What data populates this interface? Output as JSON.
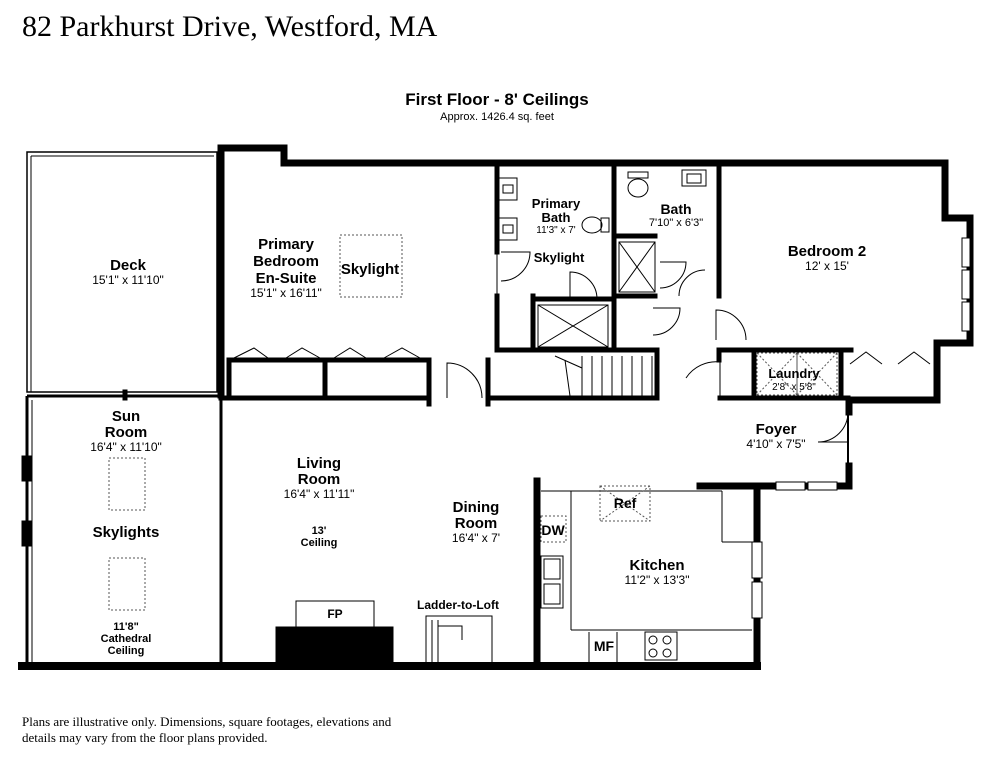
{
  "header": {
    "address": "82 Parkhurst Drive, Westford, MA",
    "floor_title": "First Floor - 8' Ceilings",
    "area": "Approx. 1426.4 sq. feet"
  },
  "rooms": {
    "deck": {
      "name": "Deck",
      "dims": "15'1\" x 11'10\""
    },
    "primary_bedroom": {
      "name_1": "Primary",
      "name_2": "Bedroom",
      "name_3": "En-Suite",
      "dims": "15'1\" x 16'11\"",
      "skylight": "Skylight"
    },
    "primary_bath": {
      "name_1": "Primary",
      "name_2": "Bath",
      "dims": "11'3\" x 7'",
      "skylight": "Skylight"
    },
    "bath": {
      "name": "Bath",
      "dims": "7'10\" x 6'3\""
    },
    "bedroom2": {
      "name": "Bedroom 2",
      "dims": "12' x 15'"
    },
    "laundry": {
      "name": "Laundry",
      "dims": "2'8\" x 5'8\""
    },
    "foyer": {
      "name": "Foyer",
      "dims": "4'10\" x 7'5\""
    },
    "sun_room": {
      "name_1": "Sun",
      "name_2": "Room",
      "dims": "16'4\" x 11'10\"",
      "skylights": "Skylights",
      "ceiling_1": "11'8\"",
      "ceiling_2": "Cathedral",
      "ceiling_3": "Ceiling"
    },
    "living_room": {
      "name_1": "Living",
      "name_2": "Room",
      "dims": "16'4\" x 11'11\"",
      "ceiling_1": "13'",
      "ceiling_2": "Ceiling"
    },
    "dining_room": {
      "name_1": "Dining",
      "name_2": "Room",
      "dims": "16'4\" x 7'"
    },
    "kitchen": {
      "name": "Kitchen",
      "dims": "11'2\" x 13'3\""
    }
  },
  "fixtures": {
    "ref": "Ref",
    "dw": "DW",
    "mf": "MF",
    "fp": "FP",
    "ladder": "Ladder-to-Loft"
  },
  "footer": {
    "disclaimer": "Plans are illustrative only. Dimensions, square footages, elevations and details may vary from the floor plans provided."
  }
}
